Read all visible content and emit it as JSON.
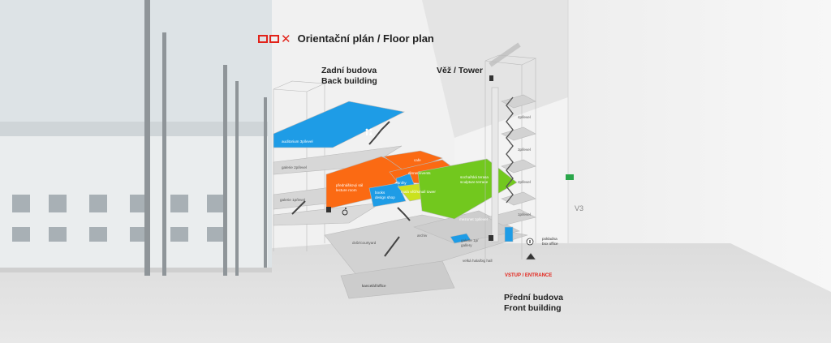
{
  "header": {
    "logo_text": "DOX",
    "title": "Orientační plán / Floor plan"
  },
  "buildings": {
    "back": {
      "cz": "Zadní budova",
      "en": "Back building"
    },
    "tower": {
      "label": "Věž / Tower"
    },
    "front": {
      "cz": "Přední budova",
      "en": "Front building"
    }
  },
  "entrance": "VSTUP / ENTRANCE",
  "sign": {
    "number": "V3"
  },
  "plan_labels": {
    "auditorium": "auditorium 3p/level",
    "galerie2p": "galerie 2p/level",
    "galerie1p": "galerie 1p/level",
    "predn1": "přednáškový sál",
    "predn2": "lecture room",
    "cafe": "cafe",
    "restaurant": "dinner/events",
    "library": "knihy",
    "bookshop1": "books",
    "bookshop2": "design shop",
    "tower_small": "malá věž/small tower",
    "terrace1": "sochařská terasa",
    "terrace2": "sculpture terrace",
    "level4": "4p/level",
    "level3": "3p/level",
    "level2": "2p/level",
    "level1": "1p/level",
    "mezonet": "mezonet 1p/level",
    "dvur": "dvůr/courtyard",
    "archiv": "archiv",
    "gallery_box1": "galerie 1p/",
    "gallery_box2": "gallery",
    "lobby": "velká hala/big hall",
    "pokladna": "pokladna",
    "box_office": "box office",
    "kancelar": "kancelář/office"
  },
  "colors": {
    "accent": "#e2231a",
    "blue": "#1e9ce6",
    "orange": "#fb6a13",
    "green": "#72c81e",
    "yellow": "#cbe21e"
  },
  "icons": [
    "wc-icon",
    "wheelchair-icon",
    "elevator-icon",
    "info-icon",
    "exit-sign-icon"
  ]
}
